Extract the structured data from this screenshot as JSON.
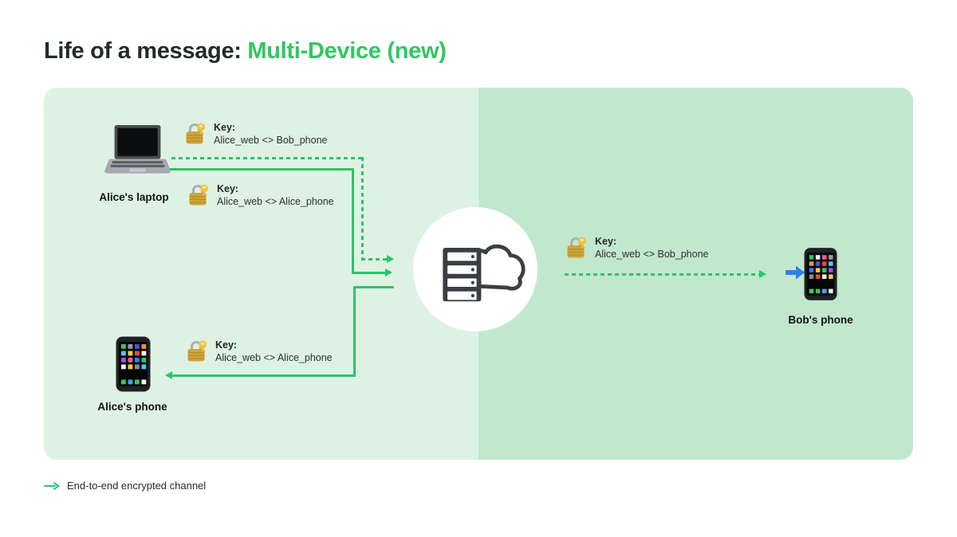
{
  "title": {
    "prefix": "Life of a message: ",
    "highlight": "Multi-Device (new)"
  },
  "colors": {
    "accent_green": "#2fc761",
    "line_green": "#2cc46a",
    "panel_left": "#def2e4",
    "panel_right": "#c1e8cd",
    "title_dark": "#1e2d26",
    "blue_arrow": "#2e7ef0"
  },
  "nodes": {
    "laptop": {
      "label": "Alice's laptop",
      "icon": "laptop-icon"
    },
    "alice_phone": {
      "label": "Alice's phone",
      "icon": "smartphone-icon"
    },
    "bob_phone": {
      "label": "Bob's phone",
      "icon": "smartphone-icon"
    },
    "server": {
      "icon": "server-cloud-icon"
    }
  },
  "keys": [
    {
      "label": "Key:",
      "value": "Alice_web <> Bob_phone"
    },
    {
      "label": "Key:",
      "value": "Alice_web <> Alice_phone"
    },
    {
      "label": "Key:",
      "value": "Alice_web <> Bob_phone"
    },
    {
      "label": "Key:",
      "value": "Alice_web <> Alice_phone"
    }
  ],
  "legend": {
    "label": "End-to-end encrypted channel"
  },
  "icons": {
    "lock": "lock-with-key-icon",
    "laptop": "laptop-icon",
    "phone": "smartphone-icon",
    "server": "server-cloud-icon",
    "blue_arrow": "blue-right-arrow-icon",
    "legend_arrow": "green-right-arrow-icon"
  }
}
